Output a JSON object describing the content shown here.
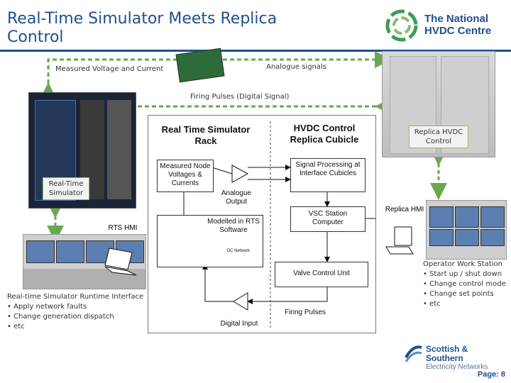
{
  "title": "Real-Time Simulator Meets Replica Control",
  "logo": {
    "line1": "The National",
    "line2": "HVDC Centre"
  },
  "labels": {
    "measured": "Measured Voltage and Current",
    "analogue_signals": "Analogue signals",
    "firing_digital": "Firing Pulses (Digital Signal)",
    "replica_hvdc_control": "Replica HVDC Control",
    "real_time_simulator": "Real-Time Simulator"
  },
  "diagram": {
    "rts_rack": "Real Time Simulator Rack",
    "hvdc_cubicle": "HVDC Control Replica Cubicle",
    "measured_node": "Measured Node Voltages & Currents",
    "signal_processing": "Signal Processing at Interface Cubicles",
    "analogue_output": "Analogue Output",
    "modelled": "Modelled in RTS Software",
    "vsc_station": "VSC Station Computer",
    "rts_hmi": "RTS HMI",
    "replica_hmi": "Replica HMI",
    "dc_network": "DC Network",
    "valve_control": "Valve Control Unit",
    "firing_pulses": "Firing Pulses",
    "digital_input": "Digital Input"
  },
  "left_panel": {
    "title": "Real-time Simulator Runtime Interface",
    "items": [
      "Apply network faults",
      "Change generation dispatch",
      "etc"
    ]
  },
  "right_panel": {
    "title": "Operator Work Station",
    "items": [
      "Start up / shut down",
      "Change control mode",
      "Change set points",
      "etc"
    ]
  },
  "footer_logo": {
    "line1": "Scottish & Southern",
    "line2": "Electricity Networks"
  },
  "page": "Page: 8",
  "colors": {
    "title": "#1e4f91",
    "arrow_green": "#6aa84f",
    "nhc_green": "#3c9d57"
  }
}
